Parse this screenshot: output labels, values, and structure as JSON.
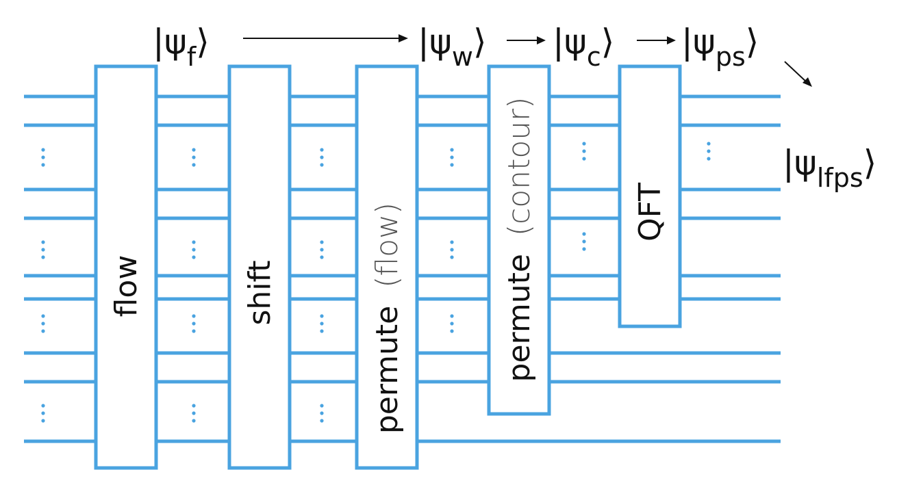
{
  "colors": {
    "wire": "#4aa3e0",
    "text": "#111111"
  },
  "gates": [
    {
      "id": "flow",
      "label": "flow",
      "suffix": ""
    },
    {
      "id": "shift",
      "label": "shift",
      "suffix": ""
    },
    {
      "id": "permute-flow",
      "label": "permute",
      "suffix": "(flow)"
    },
    {
      "id": "permute-contour",
      "label": "permute",
      "suffix": "(contour)"
    },
    {
      "id": "qft",
      "label": "QFT",
      "suffix": ""
    }
  ],
  "states": [
    {
      "id": "psi-f",
      "symbol": "ψ",
      "sub": "f"
    },
    {
      "id": "psi-w",
      "symbol": "ψ",
      "sub": "w"
    },
    {
      "id": "psi-c",
      "symbol": "ψ",
      "sub": "c"
    },
    {
      "id": "psi-ps",
      "symbol": "ψ",
      "sub": "ps"
    },
    {
      "id": "psi-lfps",
      "symbol": "ψ",
      "sub": "lfps"
    }
  ],
  "ellipsis": "⋮"
}
